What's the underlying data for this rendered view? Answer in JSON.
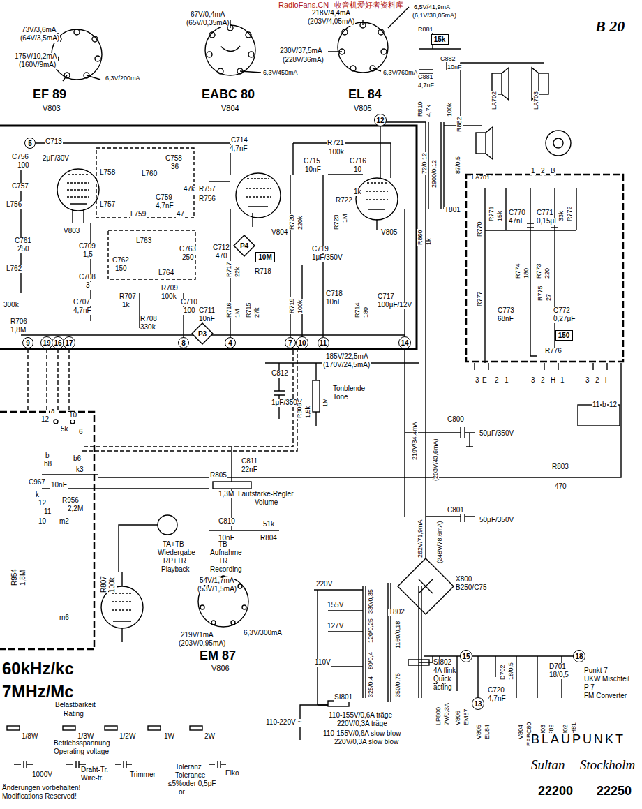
{
  "diagram": {
    "nodes": [
      {
        "text": [
          "5"
        ]
      },
      {
        "text": [
          "12"
        ]
      },
      {
        "text": [
          "9"
        ]
      },
      {
        "text": [
          "19"
        ]
      },
      {
        "text": [
          "16"
        ]
      },
      {
        "text": [
          "17"
        ]
      },
      {
        "text": [
          "8"
        ]
      },
      {
        "text": [
          "4"
        ]
      },
      {
        "text": [
          "7"
        ]
      },
      {
        "text": [
          "10"
        ]
      },
      {
        "text": [
          "11"
        ]
      },
      {
        "text": [
          "14"
        ]
      },
      {
        "text": [
          "15"
        ]
      },
      {
        "text": [
          "13"
        ]
      },
      {
        "text": [
          "18"
        ]
      },
      {
        "text": [
          "15k"
        ]
      },
      {
        "text": [
          "10M"
        ]
      },
      {
        "text": [
          "150"
        ]
      },
      {
        "text": [
          "P4"
        ]
      },
      {
        "text": [
          "P3"
        ]
      }
    ],
    "labels": [
      "RadioFans.CN",
      "收音机爱好者资料库",
      "B 20",
      "73V/3,6mA",
      "(64V/3,5mA)",
      "175V/10,2mA",
      "(160V/9mA)",
      "6,3V/200mA",
      "EF 89",
      "V803",
      "67V/0,4mA",
      "(65V/0,35mA)",
      "6,3V/450mA",
      "EABC 80",
      "V804",
      "218V/4,4mA",
      "(203V/4,05mA)",
      "230V/37,5mA",
      "(228V/36mA)",
      "6,3V/760mA",
      "EL 84",
      "V805",
      "6,5V/41,9mA",
      "(6,1V/38,05mA)",
      "R881",
      "C882",
      "10nF",
      "C881",
      "4,7nF",
      "R810",
      "4,7k",
      "100k",
      "R882",
      "LA702",
      "LA703",
      "2900/0,12",
      "72/0,12",
      "87/0,5",
      "LA701",
      "T801",
      "R860",
      "1k",
      "C713",
      "2μF/30V",
      "C756",
      "100",
      "C757",
      "L756",
      "V803",
      "L758",
      "L760",
      "C758",
      "36",
      "47k",
      "C759",
      "4,7nF",
      "R757",
      "R756",
      "L757",
      "L759",
      "47",
      "C761",
      "250",
      "L762",
      "C709",
      "1,5",
      "C708",
      "3",
      "L763",
      "C762",
      "150",
      "L764",
      "C763",
      "250",
      "C707",
      "4,7nF",
      "R707",
      "1k",
      "R709",
      "100k",
      "R708",
      "330k",
      "C710",
      "100",
      "300k",
      "R706",
      "1,8M",
      "C714",
      "4,7nF",
      "C715",
      "10nF",
      "R721",
      "100k",
      "C716",
      "10",
      "V804",
      "V805",
      "R720",
      "220k",
      "R723",
      "1M",
      "R722",
      "1k",
      "C712",
      "470",
      "R717",
      "22k",
      "R718",
      "C719",
      "1μF/350V",
      "R719",
      "100k",
      "C718",
      "10nF",
      "R714",
      "180",
      "C717",
      "100μF/12V",
      "C711",
      "10nF",
      "R716",
      "1M",
      "R715",
      "27k",
      "185V/22,5mA",
      "(170V/24,5mA)",
      "C812",
      "1μF/350V",
      "R806",
      "1,5k",
      "1M",
      "Tonblende",
      "Tone",
      "219V/34,4mA",
      "(203V/43,6mA)",
      "C800",
      "50μF/350V",
      "C811",
      "22nF",
      "R805",
      "1,3M",
      "Lautstärke-Regler",
      "Volume",
      "C810",
      "10nF",
      "R804",
      "51k",
      "R803",
      "470",
      "a",
      "12",
      "10",
      "5k",
      "6",
      "b",
      "b6",
      "h8",
      "k3",
      "C967",
      "10nF",
      "k",
      "12",
      "11",
      "10",
      "R956",
      "2,2M",
      "m2",
      "R954",
      "1,8M",
      "m6",
      "R807",
      "100k",
      "TA+TB",
      "Wiedergabe",
      "RP+TR",
      "Playback",
      "TB",
      "Aufnahme",
      "TR",
      "Recording",
      "54V/1,7mA",
      "(53V/1,5mA)",
      "219V/1mA",
      "(203V/0,95mA)",
      "6,3V/300mA",
      "EM 87",
      "V806",
      "C801",
      "50μF/350V",
      "262V/71,9mA",
      "(248V/78,6mA)",
      "X800",
      "B250/C75",
      "T802",
      "220V",
      "155V",
      "127V",
      "110V",
      "330/0,35",
      "120/0,25",
      "1160/0,18",
      "80/0,4",
      "325/0,4",
      "350/0,75",
      "SI802",
      "4A flink",
      "Quick",
      "acting",
      "SI801",
      "110-155V/0,6A träge",
      "220V/0,3A träge",
      "110-155V/0,6A slow blow",
      "220V/0,3A slow blow",
      "110-220V ~",
      "LP800",
      "7V/0,3A",
      "V806",
      "EM87",
      "C720",
      "4,7nF",
      "V805",
      "EL84",
      "D702",
      "18/0,5",
      "V804",
      "EABC80",
      "V803",
      "EF89",
      "D701",
      "18/0,5",
      "V802",
      "ECH81",
      "Punkt 7",
      "UKW Mischteil",
      "P 7",
      "FM Converter",
      "BLAUPUNKT",
      "Sultan",
      "Stockholm",
      "22200",
      "22250",
      "60kHz/kc",
      "7MHz/Mc",
      "Belastbarkeit",
      "Rating",
      "1/8W",
      "1/3W",
      "1/2W",
      "1W",
      "2W",
      "Betriebsspannung",
      "Operating voltage",
      "1000V",
      "Draht-Tr.",
      "Wire-tr.",
      "Trimmer",
      "Toleranz",
      "Tolerance",
      "≤5%oder 0,5pF",
      "or",
      "Elko",
      "Änderungen vorbehalten!",
      "Modifications Reserved!",
      "1",
      "2",
      "B",
      "R770",
      "R771",
      "15k",
      "C770",
      "47nF",
      "C771",
      "0,15μF",
      "33k",
      "R772",
      "R774",
      "180",
      "R773",
      "220",
      "R777",
      "C773",
      "68nF",
      "R775",
      "27",
      "C772",
      "0,27μF",
      "R776",
      "3",
      "E",
      "2",
      "1",
      "3",
      "2",
      "H",
      "1",
      "3",
      "2",
      "i",
      "11",
      "b",
      "12"
    ]
  }
}
